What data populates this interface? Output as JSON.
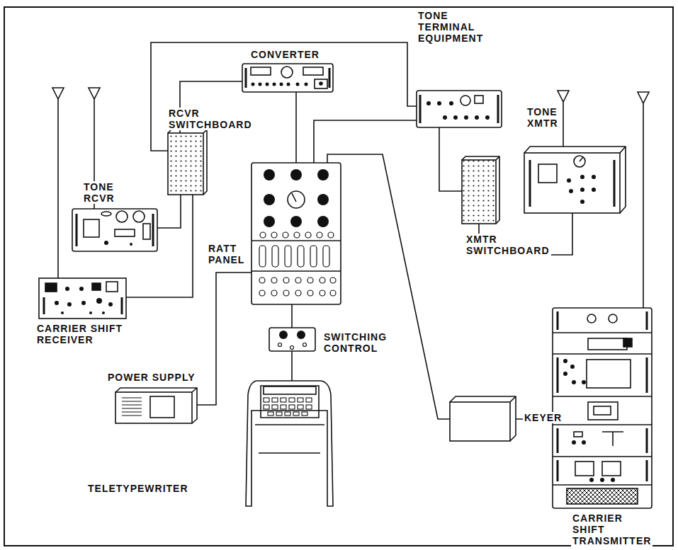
{
  "diagram": {
    "nodes": [
      {
        "text": [
          "CONVERTER"
        ]
      },
      {
        "text": [
          "TONE TERMINAL EQUIPMENT"
        ]
      },
      {
        "text": [
          "RCVR SWITCHBOARD"
        ]
      },
      {
        "text": [
          "TONE XMTR"
        ]
      },
      {
        "text": [
          "TONE RCVR"
        ]
      },
      {
        "text": [
          "XMTR SWITCHBOARD"
        ]
      },
      {
        "text": [
          "RATT PANEL"
        ]
      },
      {
        "text": [
          "CARRIER SHIFT RECEIVER"
        ]
      },
      {
        "text": [
          "SWITCHING CONTROL"
        ]
      },
      {
        "text": [
          "POWER SUPPLY"
        ]
      },
      {
        "text": [
          "KEYER"
        ]
      },
      {
        "text": [
          "TELETYPEWRITER"
        ]
      },
      {
        "text": [
          "CARRIER SHIFT TRANSMITTER"
        ]
      }
    ],
    "edges": [
      {
        "from": 0,
        "to": 6,
        "arrow": "none"
      },
      {
        "from": 0,
        "to": 2,
        "arrow": "none"
      },
      {
        "from": 2,
        "to": 1,
        "arrow": "none"
      },
      {
        "from": 1,
        "to": 6,
        "arrow": "none"
      },
      {
        "from": 1,
        "to": 5,
        "arrow": "none"
      },
      {
        "from": 5,
        "to": 3,
        "arrow": "none"
      },
      {
        "from": 2,
        "to": 4,
        "arrow": "none"
      },
      {
        "from": 2,
        "to": 7,
        "arrow": "none"
      },
      {
        "from": 6,
        "to": 10,
        "arrow": "none"
      },
      {
        "from": 6,
        "to": 9,
        "arrow": "none"
      },
      {
        "from": 6,
        "to": 8,
        "arrow": "none"
      },
      {
        "from": 8,
        "to": 11,
        "arrow": "none"
      },
      {
        "from": 10,
        "to": 12,
        "arrow": "none"
      }
    ]
  }
}
